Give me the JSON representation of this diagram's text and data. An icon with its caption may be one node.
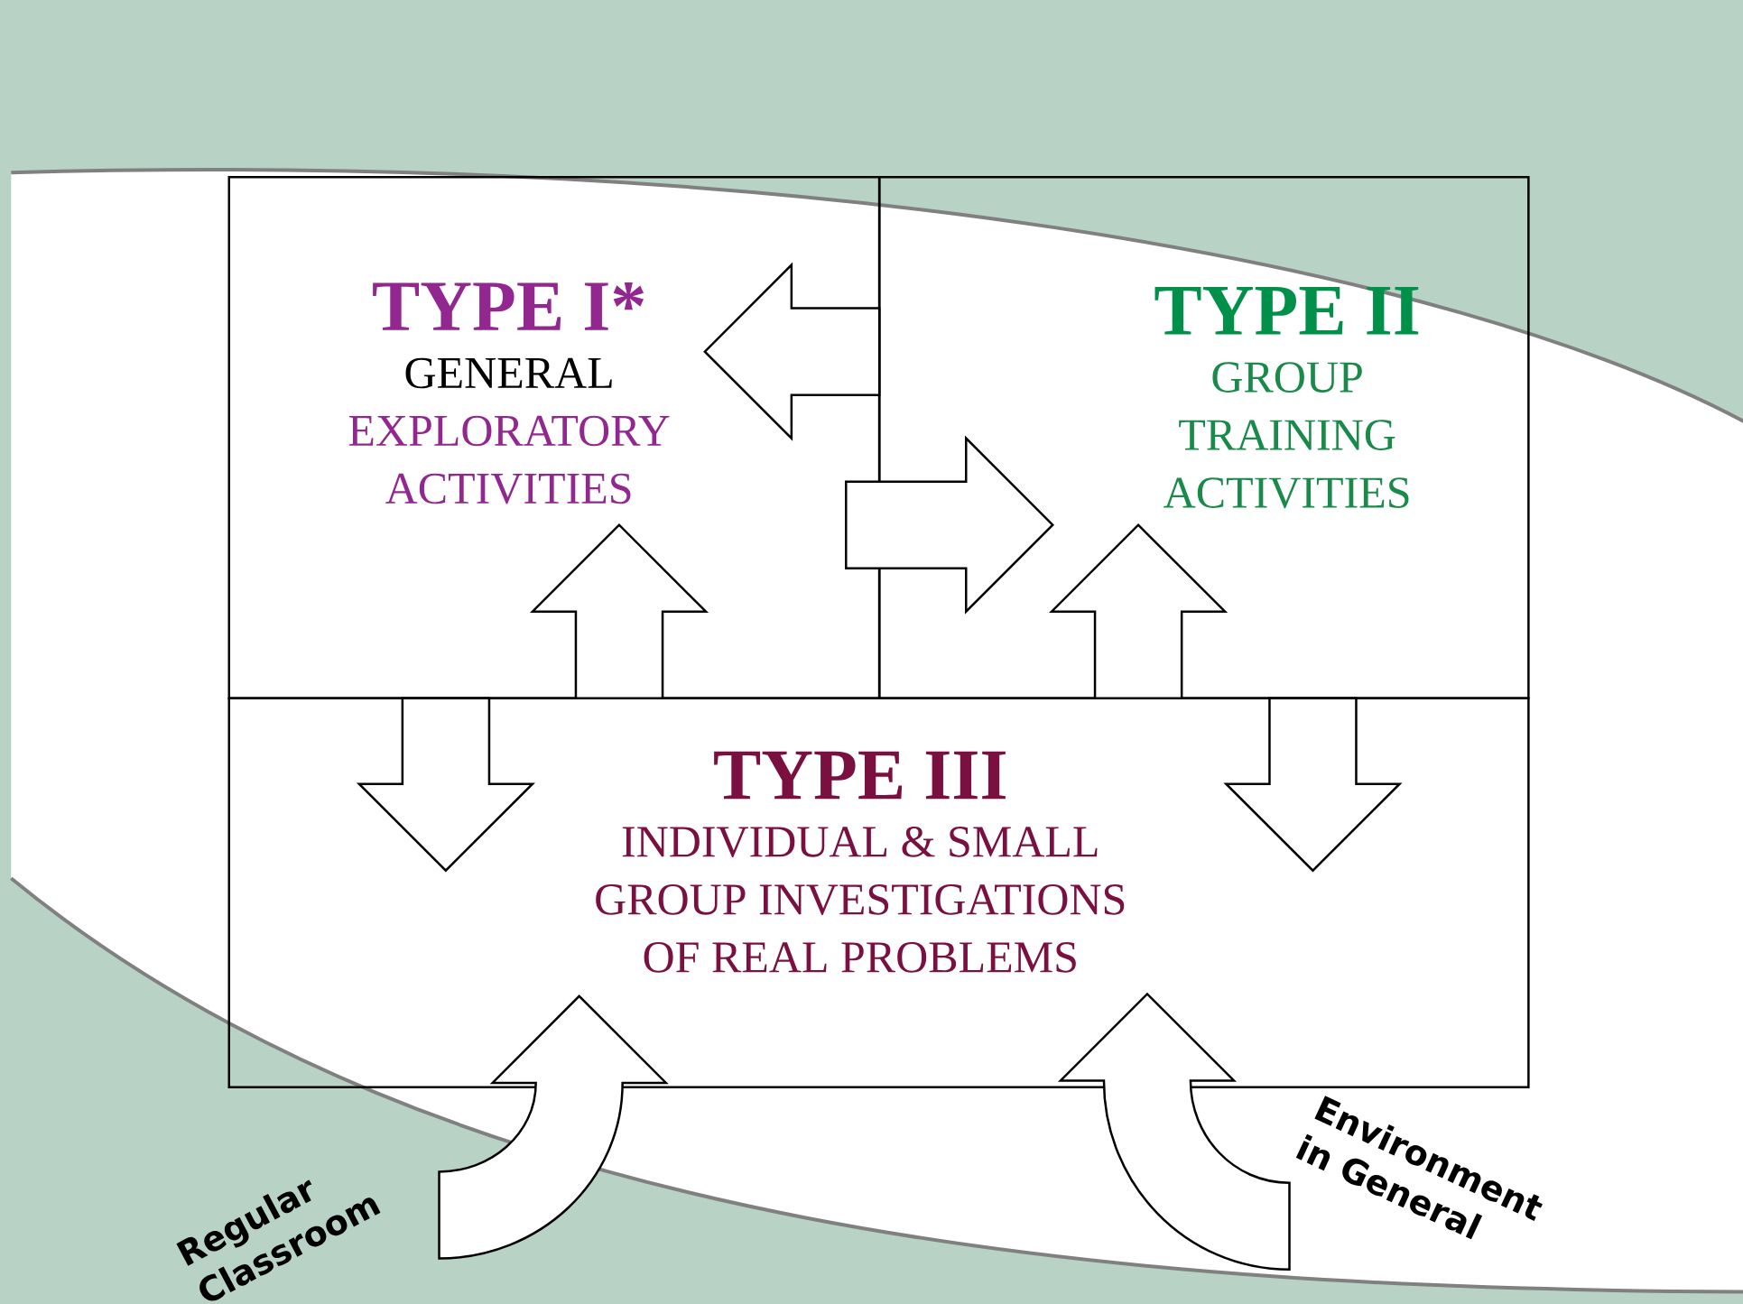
{
  "diagram": {
    "nodes": [
      {
        "text": [
          "TYPE I*",
          "GENERAL",
          "EXPLORATORY ACTIVITIES"
        ]
      },
      {
        "text": [
          "TYPE II",
          "GROUP TRAINING ACTIVITIES"
        ]
      },
      {
        "text": [
          "TYPE III",
          "INDIVIDUAL & SMALL GROUP INVESTIGATIONS OF REAL PROBLEMS"
        ]
      },
      {
        "text": [
          "Regular Classroom"
        ]
      },
      {
        "text": [
          "Environment in General"
        ]
      }
    ],
    "edges": [
      {
        "from": 1,
        "to": 0,
        "arrow": "to"
      },
      {
        "from": 0,
        "to": 1,
        "arrow": "to"
      },
      {
        "from": 2,
        "to": 0,
        "arrow": "to"
      },
      {
        "from": 0,
        "to": 2,
        "arrow": "to"
      },
      {
        "from": 2,
        "to": 1,
        "arrow": "to"
      },
      {
        "from": 1,
        "to": 2,
        "arrow": "to"
      },
      {
        "from": 3,
        "to": 2,
        "arrow": "to"
      },
      {
        "from": 4,
        "to": 2,
        "arrow": "to"
      }
    ]
  }
}
